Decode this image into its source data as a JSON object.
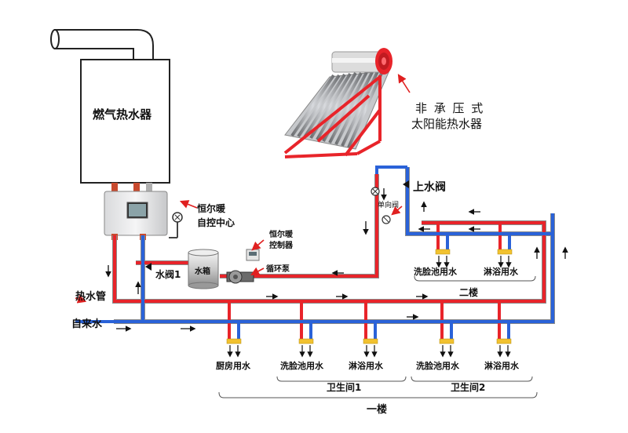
{
  "labels": {
    "gas_heater": "燃气热水器",
    "solar_title_1": "非 承 压 式",
    "solar_title_2": "太阳能热水器",
    "control_center_1": "恒尔暖",
    "control_center_2": "自控中心",
    "controller_1": "恒尔暖",
    "controller_2": "控制器",
    "pump": "循环泵",
    "tank": "水箱",
    "valve1": "水阀1",
    "inlet_valve": "上水阀",
    "check_valve": "单向阀",
    "hot_pipe": "热水管",
    "tap_water": "自来水",
    "upstairs_basin": "洗脸池用水",
    "upstairs_shower": "淋浴用水",
    "floor2": "二楼",
    "kitchen": "厨房用水",
    "bath1_basin": "洗脸池用水",
    "bath1_shower": "淋浴用水",
    "bath2_basin": "洗脸池用水",
    "bath2_shower": "淋浴用水",
    "bathroom1": "卫生间1",
    "bathroom2": "卫生间2",
    "floor1": "一楼"
  },
  "colors": {
    "hot": "#e8242a",
    "cold": "#2a62d8",
    "pipe_outline": "#8a8a8a",
    "arrow": "#111111",
    "pointer": "#e02020",
    "solar_frame": "#e8242a"
  },
  "icons": [
    "flue-pipe-icon",
    "gas-heater-icon",
    "control-center-icon",
    "valve-icon",
    "pump-icon",
    "controller-icon",
    "water-tank-icon",
    "solar-collector-icon",
    "tap-icon"
  ]
}
